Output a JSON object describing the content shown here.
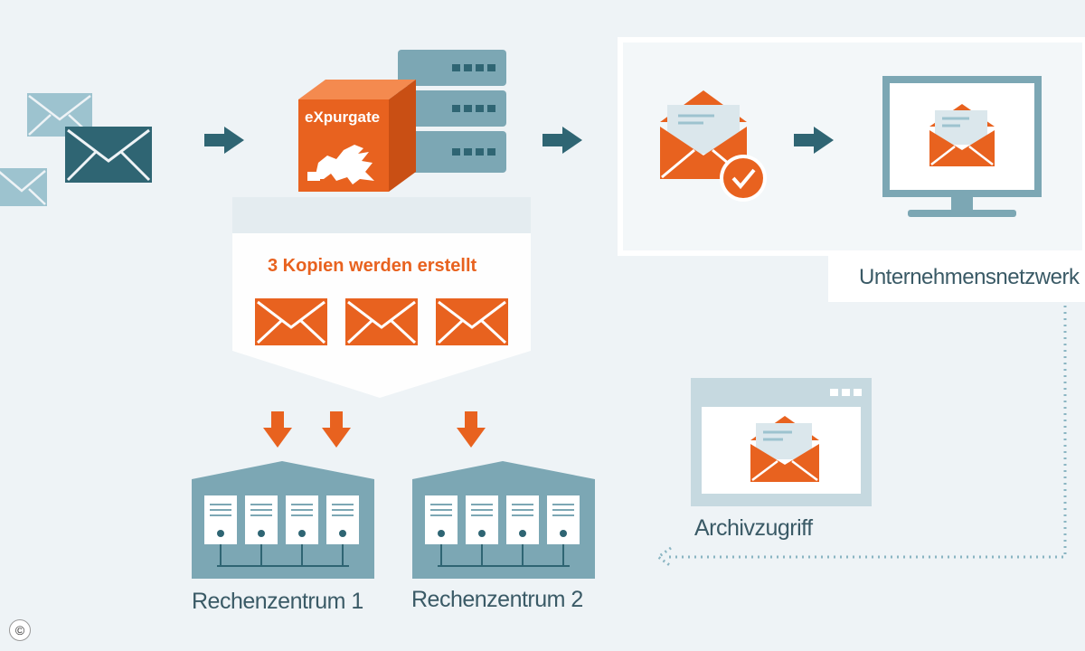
{
  "expurgate": {
    "brand": "eXpurgate"
  },
  "copies": {
    "label": "3 Kopien werden erstellt"
  },
  "network": {
    "label": "Unternehmensnetzwerk"
  },
  "archive": {
    "label": "Archivzugriff"
  },
  "datacenters": [
    {
      "label": "Rechenzentrum 1"
    },
    {
      "label": "Rechenzentrum 2"
    }
  ],
  "copyright": {
    "symbol": "©"
  },
  "colors": {
    "orange": "#e8621f",
    "teal_dark": "#2f6573",
    "teal_light": "#9dc3cf",
    "slate": "#7ca7b4",
    "background": "#eef3f6"
  }
}
